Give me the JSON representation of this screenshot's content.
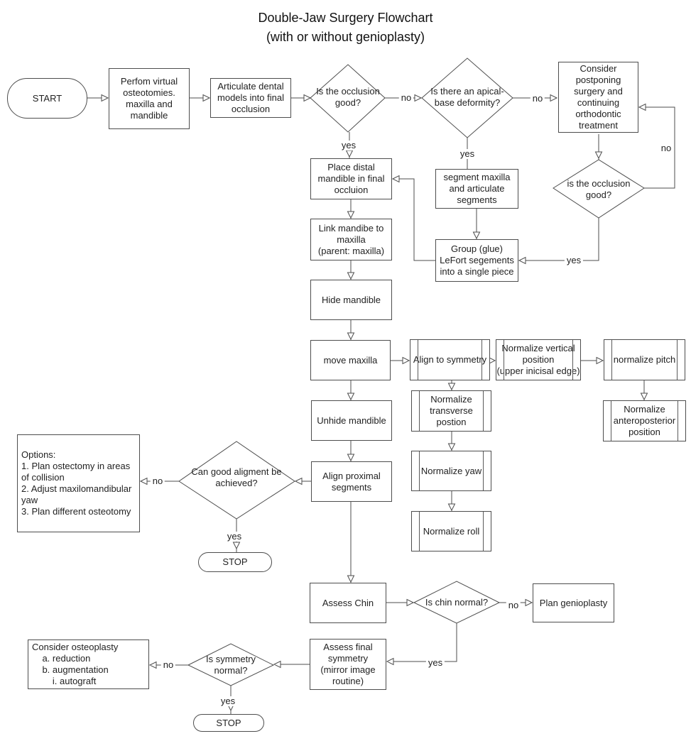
{
  "title": {
    "line1": "Double-Jaw Surgery Flowchart",
    "line2": "(with or without genioplasty)"
  },
  "colors": {
    "line": "#4d4d4d",
    "text": "#222222",
    "background": "#ffffff"
  },
  "nodes": {
    "start": {
      "type": "terminator",
      "label": "START"
    },
    "perform_virtual_osteotomies": {
      "type": "process",
      "label": "Perfom virtual\nosteotomies.\nmaxilla and\nmandible"
    },
    "articulate_dental": {
      "type": "process",
      "label": "Articulate dental\nmodels into final\nocclusion"
    },
    "occlusion_good_1": {
      "type": "decision",
      "label": "Is the occlusion\ngood?"
    },
    "apical_base_deformity": {
      "type": "decision",
      "label": "Is there an apical-\nbase deformity?"
    },
    "consider_postponing": {
      "type": "process",
      "label": "Consider\npostponing\nsurgery and\ncontinuing\northodontic\ntreatment"
    },
    "place_distal_mandible": {
      "type": "process",
      "label": "Place distal\nmandible in final\noccluion"
    },
    "segment_maxilla": {
      "type": "process",
      "label": "segment maxilla\nand articulate\nsegments"
    },
    "occlusion_good_2": {
      "type": "decision",
      "label": "is the occlusion\ngood?"
    },
    "group_lefort": {
      "type": "process",
      "label": "Group (glue)\nLeFort segements\ninto a single piece"
    },
    "link_mandible": {
      "type": "process",
      "label": "Link mandibe to\nmaxilla\n(parent: maxilla)"
    },
    "hide_mandible": {
      "type": "process",
      "label": "Hide mandible"
    },
    "move_maxilla": {
      "type": "process",
      "label": "move maxilla"
    },
    "align_to_symmetry": {
      "type": "subroutine",
      "label": "Align to symmetry"
    },
    "normalize_vertical": {
      "type": "subroutine",
      "label": "Normalize vertical\nposition\n(upper inicisal edge)"
    },
    "normalize_pitch": {
      "type": "subroutine",
      "label": "normalize pitch"
    },
    "normalize_transverse": {
      "type": "subroutine",
      "label": "Normalize\ntransverse\npostion"
    },
    "normalize_anteroposterior": {
      "type": "subroutine",
      "label": "Normalize\nanteroposterior\nposition"
    },
    "normalize_yaw": {
      "type": "subroutine",
      "label": "Normalize yaw"
    },
    "normalize_roll": {
      "type": "subroutine",
      "label": "Normalize roll"
    },
    "unhide_mandible": {
      "type": "process",
      "label": "Unhide mandible"
    },
    "align_proximal": {
      "type": "process",
      "label": "Align proximal\nsegments"
    },
    "good_alignment": {
      "type": "decision",
      "label": "Can good aligment be\nachieved?"
    },
    "options": {
      "type": "process",
      "label": "Options:\n1. Plan ostectomy in areas\nof collision\n2. Adjust maxilomandibular\nyaw\n3. Plan different osteotomy"
    },
    "stop_1": {
      "type": "terminator",
      "label": "STOP"
    },
    "assess_chin": {
      "type": "process",
      "label": "Assess Chin"
    },
    "chin_normal": {
      "type": "decision",
      "label": "Is chin normal?"
    },
    "plan_genioplasty": {
      "type": "process",
      "label": "Plan genioplasty"
    },
    "assess_final_symmetry": {
      "type": "process",
      "label": "Assess final\nsymmetry\n(mirror image\nroutine)"
    },
    "symmetry_normal": {
      "type": "decision",
      "label": "Is symmetry\nnormal?"
    },
    "consider_osteoplasty": {
      "type": "process",
      "label": "Consider osteoplasty\n    a. reduction\n    b. augmentation\n        i. autograft"
    },
    "stop_2": {
      "type": "terminator",
      "label": "STOP"
    }
  },
  "connections": [
    {
      "from": "start",
      "to": "perform_virtual_osteotomies",
      "label": ""
    },
    {
      "from": "perform_virtual_osteotomies",
      "to": "articulate_dental",
      "label": ""
    },
    {
      "from": "articulate_dental",
      "to": "occlusion_good_1",
      "label": ""
    },
    {
      "from": "occlusion_good_1",
      "to": "apical_base_deformity",
      "label": "no"
    },
    {
      "from": "occlusion_good_1",
      "to": "place_distal_mandible",
      "label": "yes"
    },
    {
      "from": "apical_base_deformity",
      "to": "consider_postponing",
      "label": "no"
    },
    {
      "from": "apical_base_deformity",
      "to": "segment_maxilla",
      "label": "yes"
    },
    {
      "from": "consider_postponing",
      "to": "occlusion_good_2",
      "label": ""
    },
    {
      "from": "occlusion_good_2",
      "to": "consider_postponing",
      "label": "no"
    },
    {
      "from": "occlusion_good_2",
      "to": "group_lefort",
      "label": "yes"
    },
    {
      "from": "segment_maxilla",
      "to": "group_lefort",
      "label": ""
    },
    {
      "from": "group_lefort",
      "to": "place_distal_mandible",
      "label": ""
    },
    {
      "from": "place_distal_mandible",
      "to": "link_mandible",
      "label": ""
    },
    {
      "from": "link_mandible",
      "to": "hide_mandible",
      "label": ""
    },
    {
      "from": "hide_mandible",
      "to": "move_maxilla",
      "label": ""
    },
    {
      "from": "move_maxilla",
      "to": "align_to_symmetry",
      "label": ""
    },
    {
      "from": "align_to_symmetry",
      "to": "normalize_vertical",
      "label": ""
    },
    {
      "from": "normalize_vertical",
      "to": "normalize_pitch",
      "label": ""
    },
    {
      "from": "normalize_pitch",
      "to": "normalize_anteroposterior",
      "label": ""
    },
    {
      "from": "align_to_symmetry",
      "to": "normalize_transverse",
      "label": ""
    },
    {
      "from": "normalize_transverse",
      "to": "normalize_yaw",
      "label": ""
    },
    {
      "from": "normalize_yaw",
      "to": "normalize_roll",
      "label": ""
    },
    {
      "from": "move_maxilla",
      "to": "unhide_mandible",
      "label": ""
    },
    {
      "from": "unhide_mandible",
      "to": "align_proximal",
      "label": ""
    },
    {
      "from": "align_proximal",
      "to": "good_alignment",
      "label": ""
    },
    {
      "from": "good_alignment",
      "to": "options",
      "label": "no"
    },
    {
      "from": "good_alignment",
      "to": "stop_1",
      "label": "yes"
    },
    {
      "from": "align_proximal",
      "to": "assess_chin",
      "label": ""
    },
    {
      "from": "assess_chin",
      "to": "chin_normal",
      "label": ""
    },
    {
      "from": "chin_normal",
      "to": "plan_genioplasty",
      "label": "no"
    },
    {
      "from": "chin_normal",
      "to": "assess_final_symmetry",
      "label": "yes"
    },
    {
      "from": "assess_final_symmetry",
      "to": "symmetry_normal",
      "label": ""
    },
    {
      "from": "symmetry_normal",
      "to": "consider_osteoplasty",
      "label": "no"
    },
    {
      "from": "symmetry_normal",
      "to": "stop_2",
      "label": "yes"
    }
  ]
}
